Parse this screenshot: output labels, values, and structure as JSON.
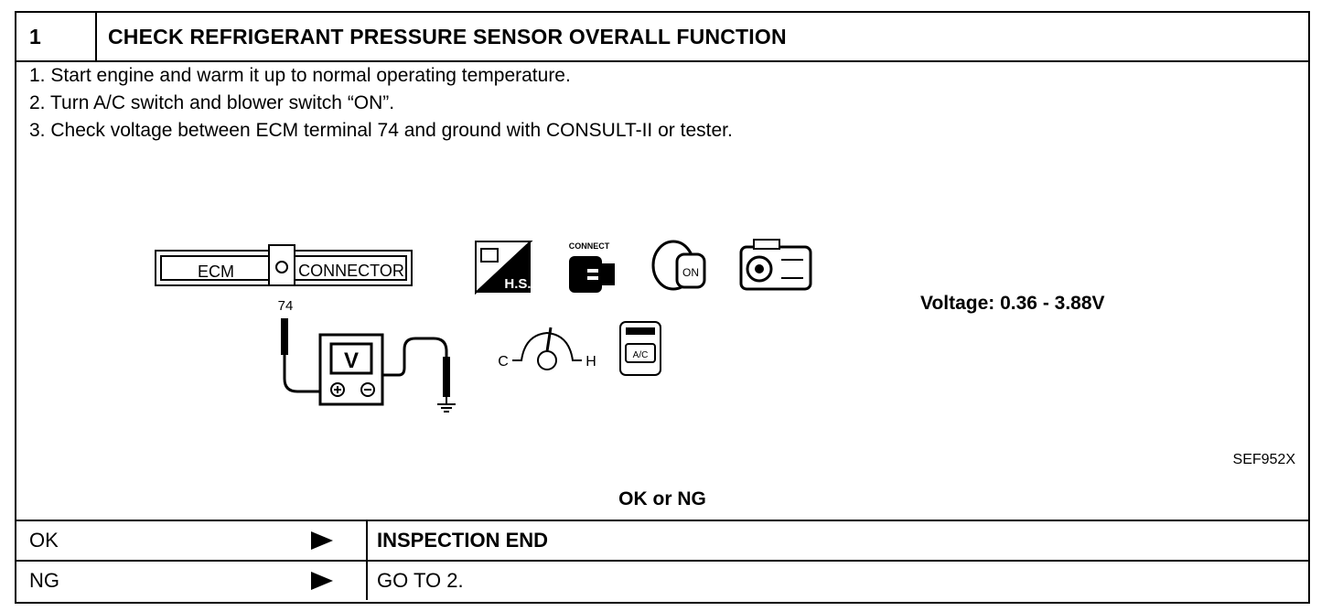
{
  "header": {
    "number": "1",
    "title": "CHECK REFRIGERANT PRESSURE SENSOR OVERALL FUNCTION"
  },
  "steps": [
    "1.  Start engine and warm it up to normal operating temperature.",
    "2.  Turn A/C switch and blower switch “ON”.",
    "3.  Check voltage between ECM terminal 74 and ground with CONSULT-II or tester."
  ],
  "diagram": {
    "ecm_label": "ECM",
    "connector_label": "CONNECTOR",
    "terminal": "74",
    "meter_label": "V",
    "icons": {
      "hs_label": "H.S.",
      "connect_label": "CONNECT",
      "key_label": "ON",
      "temp_cold": "C",
      "temp_hot": "H",
      "ac_label": "A/C"
    },
    "voltage": "Voltage: 0.36 - 3.88V",
    "figure_id": "SEF952X"
  },
  "result_prompt": "OK or NG",
  "results": [
    {
      "label": "OK",
      "action": "INSPECTION END"
    },
    {
      "label": "NG",
      "action": "GO TO 2."
    }
  ]
}
